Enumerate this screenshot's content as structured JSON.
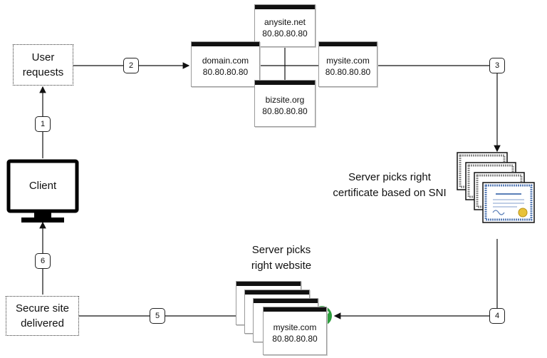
{
  "user_requests": [
    "User",
    "requests"
  ],
  "client_label": "Client",
  "secure_site": [
    "Secure site",
    "delivered"
  ],
  "steps": [
    "1",
    "2",
    "3",
    "4",
    "5",
    "6"
  ],
  "sites": {
    "anysite": {
      "name": "anysite.net",
      "ip": "80.80.80.80"
    },
    "domain": {
      "name": "domain.com",
      "ip": "80.80.80.80"
    },
    "mysite": {
      "name": "mysite.com",
      "ip": "80.80.80.80"
    },
    "bizsite": {
      "name": "bizsite.org",
      "ip": "80.80.80.80"
    },
    "result": {
      "name": "mysite.com",
      "ip": "80.80.80.80"
    }
  },
  "captions": {
    "certificate": [
      "Server picks right",
      "certificate based on SNI"
    ],
    "website": [
      "Server picks",
      "right website"
    ]
  },
  "icons": [
    "monitor-icon",
    "certificate-stack-icon",
    "check-circle-icon"
  ],
  "colors": {
    "check_green": "#2e9e3e",
    "cert_blue": "#5b7fb8",
    "cert_gray": "#8a8a8a"
  }
}
